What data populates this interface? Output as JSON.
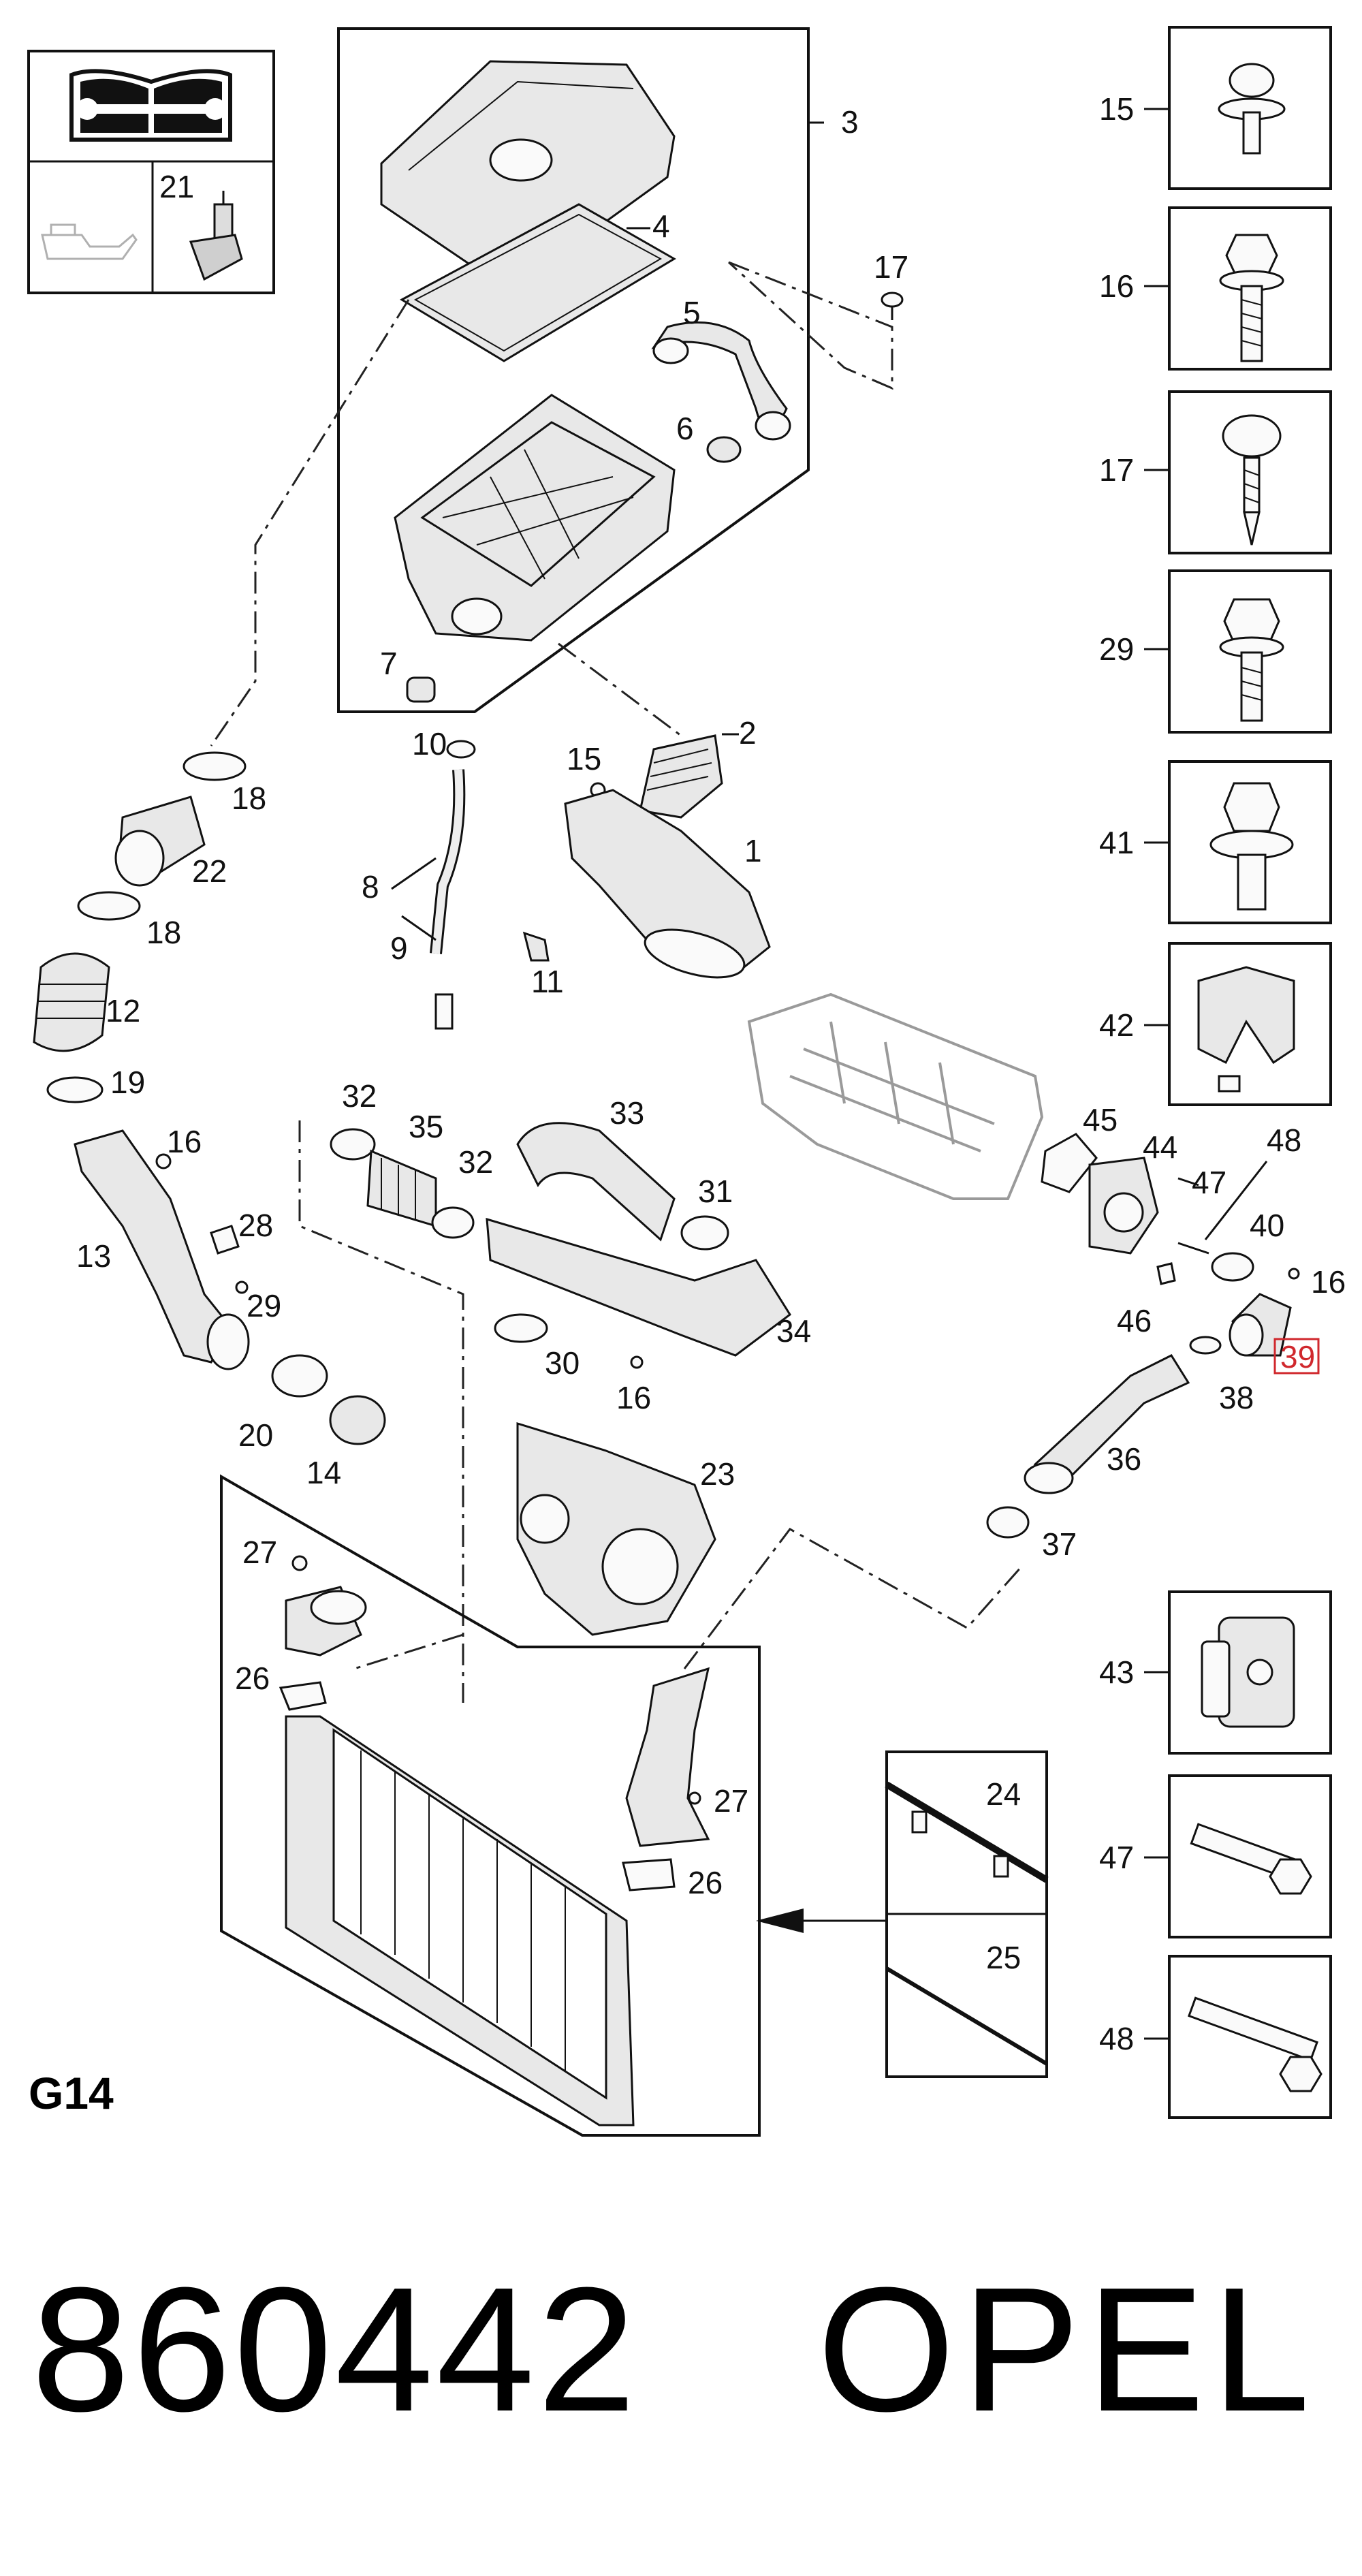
{
  "page_code": "860442",
  "brand": "OPEL",
  "group_code": "G14",
  "callouts": [
    "1",
    "2",
    "3",
    "4",
    "5",
    "6",
    "7",
    "8",
    "9",
    "10",
    "11",
    "12",
    "13",
    "14",
    "15",
    "16",
    "17",
    "18",
    "19",
    "20",
    "21",
    "22",
    "23",
    "24",
    "25",
    "26",
    "27",
    "28",
    "29",
    "30",
    "31",
    "32",
    "33",
    "34",
    "35",
    "36",
    "37",
    "38",
    "39",
    "40",
    "41",
    "42",
    "43",
    "44",
    "45",
    "46",
    "47",
    "48"
  ],
  "highlighted_callout": "39",
  "fastener_panel": [
    "15",
    "16",
    "17",
    "29",
    "41",
    "42",
    "43",
    "47",
    "48"
  ],
  "accent_color": "#d0282d",
  "icons": [
    "manual-wrench-icon",
    "oil-can-icon",
    "sensor-21-icon"
  ]
}
